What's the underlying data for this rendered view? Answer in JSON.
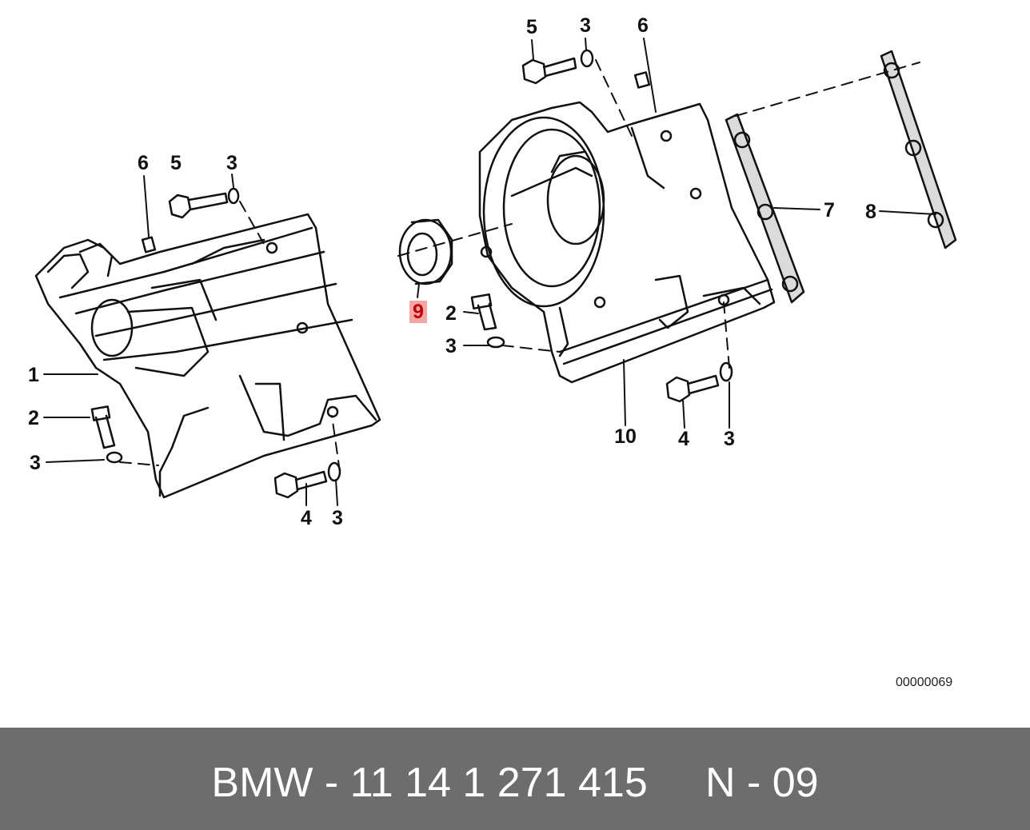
{
  "diagram": {
    "callouts": {
      "left_1": "1",
      "left_2": "2",
      "left_3a": "3",
      "left_4": "4",
      "left_3b": "3",
      "left_6": "6",
      "left_5": "5",
      "left_3c": "3",
      "right_5": "5",
      "right_3a": "3",
      "right_6": "6",
      "right_7": "7",
      "right_8": "8",
      "right_9": "9",
      "right_2": "2",
      "right_3b": "3",
      "right_10": "10",
      "right_4": "4",
      "right_3c": "3"
    },
    "highlight_color": "#f4a6a6",
    "code": "00000069"
  },
  "footer": {
    "text": "BMW - 11 14 1 271 415     N - 09",
    "background": "#6d6d6d"
  }
}
